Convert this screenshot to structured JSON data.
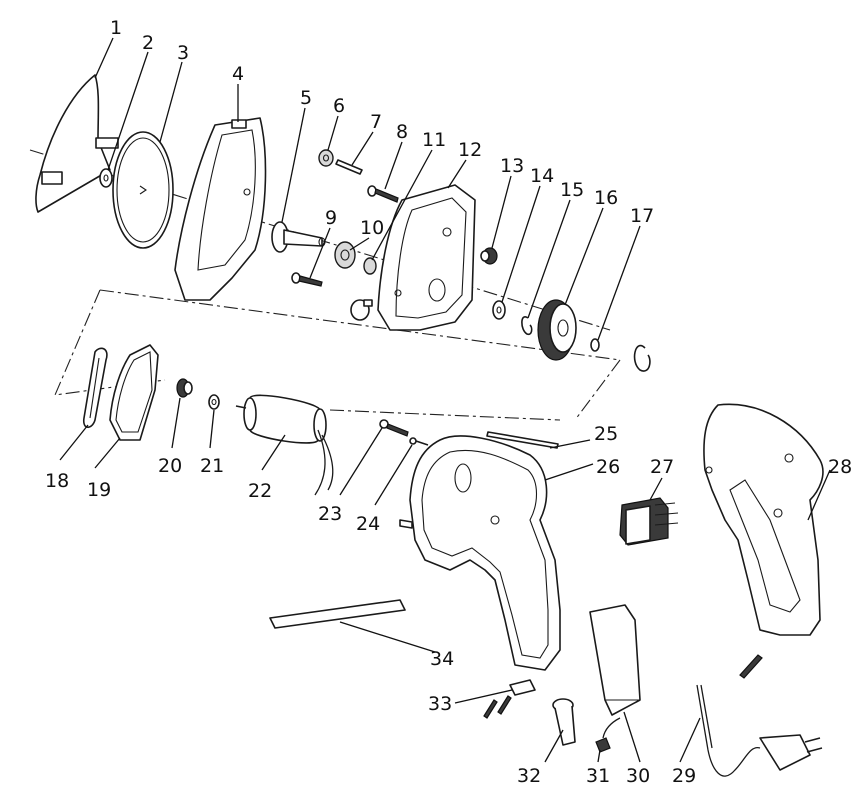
{
  "callouts": [
    "1",
    "2",
    "3",
    "4",
    "5",
    "6",
    "7",
    "8",
    "9",
    "10",
    "11",
    "12",
    "13",
    "14",
    "15",
    "16",
    "17",
    "18",
    "19",
    "20",
    "21",
    "22",
    "23",
    "24",
    "25",
    "26",
    "27",
    "28",
    "29",
    "30",
    "31",
    "32",
    "33",
    "34"
  ],
  "colors": {
    "line": "#1a1a1a",
    "background": "#ffffff",
    "shade": "#d9d9d9"
  }
}
